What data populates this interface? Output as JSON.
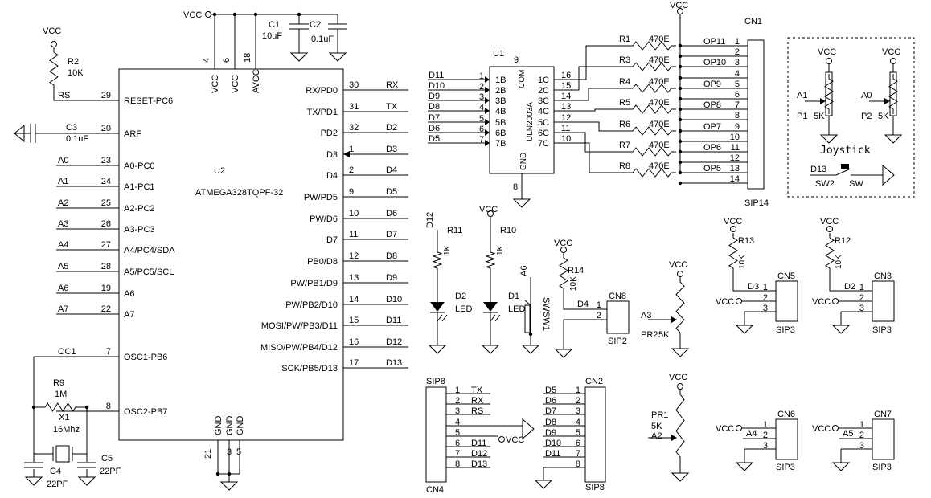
{
  "u2": {
    "ref": "U2",
    "part": "ATMEGA328TQPF-32",
    "left_pins": [
      {
        "net": "RS",
        "num": "29",
        "name": "RESET-PC6"
      },
      {
        "net": "",
        "num": "20",
        "name": "ARF"
      },
      {
        "net": "A0",
        "num": "23",
        "name": "A0-PC0"
      },
      {
        "net": "A1",
        "num": "24",
        "name": "A1-PC1"
      },
      {
        "net": "A2",
        "num": "25",
        "name": "A2-PC2"
      },
      {
        "net": "A3",
        "num": "26",
        "name": "A3-PC3"
      },
      {
        "net": "A4",
        "num": "27",
        "name": "A4/PC4/SDA"
      },
      {
        "net": "A5",
        "num": "28",
        "name": "A5/PC5/SCL"
      },
      {
        "net": "A6",
        "num": "19",
        "name": "A6"
      },
      {
        "net": "A7",
        "num": "22",
        "name": "A7"
      },
      {
        "net": "OC1",
        "num": "7",
        "name": "OSC1-PB6"
      },
      {
        "net": "",
        "num": "8",
        "name": "OSC2-PB7"
      }
    ],
    "right_pins": [
      {
        "name": "RX/PD0",
        "num": "30",
        "net": "RX"
      },
      {
        "name": "TX/PD1",
        "num": "31",
        "net": "TX"
      },
      {
        "name": "PD2",
        "num": "32",
        "net": "D2"
      },
      {
        "name": "D3",
        "num": "1",
        "net": "D3"
      },
      {
        "name": "D4",
        "num": "2",
        "net": "D4"
      },
      {
        "name": "PW/PD5",
        "num": "9",
        "net": "D5"
      },
      {
        "name": "PW/D6",
        "num": "10",
        "net": "D6"
      },
      {
        "name": "D7",
        "num": "11",
        "net": "D7"
      },
      {
        "name": "PB0/D8",
        "num": "12",
        "net": "D8"
      },
      {
        "name": "PW/PB1/D9",
        "num": "13",
        "net": "D9"
      },
      {
        "name": "PW/PB2/D10",
        "num": "14",
        "net": "D10"
      },
      {
        "name": "MOSI/PW/PB3/D11",
        "num": "15",
        "net": "D11"
      },
      {
        "name": "MISO/PW/PB4/D12",
        "num": "16",
        "net": "D12"
      },
      {
        "name": "SCK/PB5/D13",
        "num": "17",
        "net": "D13"
      }
    ],
    "top_pins": [
      {
        "name": "VCC",
        "num": "4"
      },
      {
        "name": "VCC",
        "num": "6"
      },
      {
        "name": "AVCC",
        "num": "18"
      }
    ],
    "bottom_pins": [
      {
        "name": "GND",
        "num": "21"
      },
      {
        "name": "GND",
        "num": "3"
      },
      {
        "name": "GND",
        "num": "5"
      }
    ]
  },
  "supply": {
    "vcc": "VCC"
  },
  "passives": {
    "r2": {
      "ref": "R2",
      "value": "10K"
    },
    "c1": {
      "ref": "C1",
      "value": "10uF"
    },
    "c2": {
      "ref": "C2",
      "value": "0.1uF"
    },
    "c3": {
      "ref": "C3",
      "value": "0.1uF"
    },
    "r9": {
      "ref": "R9",
      "value": "1M"
    },
    "x1": {
      "ref": "X1",
      "value": "16Mhz"
    },
    "c4": {
      "ref": "C4",
      "value": "22PF"
    },
    "c5": {
      "ref": "C5",
      "value": "22PF"
    }
  },
  "u1": {
    "ref": "U1",
    "part": "ULN2003A",
    "pin9": "9",
    "com": "COM",
    "gnd": "GND",
    "gnd_pin": "8",
    "inputs": [
      {
        "net": "D11",
        "num": "1",
        "name": "1B"
      },
      {
        "net": "D10",
        "num": "2",
        "name": "2B"
      },
      {
        "net": "D9",
        "num": "3",
        "name": "3B"
      },
      {
        "net": "D8",
        "num": "4",
        "name": "4B"
      },
      {
        "net": "D7",
        "num": "5",
        "name": "5B"
      },
      {
        "net": "D6",
        "num": "6",
        "name": "6B"
      },
      {
        "net": "D5",
        "num": "7",
        "name": "7B"
      }
    ],
    "outputs": [
      {
        "name": "1C",
        "num": "16"
      },
      {
        "name": "2C",
        "num": "15"
      },
      {
        "name": "3C",
        "num": "14"
      },
      {
        "name": "4C",
        "num": "13"
      },
      {
        "name": "5C",
        "num": "12"
      },
      {
        "name": "6C",
        "num": "11"
      },
      {
        "name": "7C",
        "num": "10"
      }
    ]
  },
  "out_resistors": [
    {
      "ref": "R1",
      "value": "470E"
    },
    {
      "ref": "R3",
      "value": "470E"
    },
    {
      "ref": "R4",
      "value": "470E"
    },
    {
      "ref": "R5",
      "value": "470E"
    },
    {
      "ref": "R6",
      "value": "470E"
    },
    {
      "ref": "R7",
      "value": "470E"
    },
    {
      "ref": "R8",
      "value": "470E"
    }
  ],
  "cn1": {
    "ref": "CN1",
    "type": "SIP14",
    "pins": [
      {
        "num": "1",
        "label": "OP11"
      },
      {
        "num": "2",
        "label": ""
      },
      {
        "num": "3",
        "label": "OP10"
      },
      {
        "num": "4",
        "label": ""
      },
      {
        "num": "5",
        "label": "OP9"
      },
      {
        "num": "6",
        "label": ""
      },
      {
        "num": "7",
        "label": "OP8"
      },
      {
        "num": "8",
        "label": ""
      },
      {
        "num": "9",
        "label": "OP7"
      },
      {
        "num": "10",
        "label": ""
      },
      {
        "num": "11",
        "label": "OP6"
      },
      {
        "num": "12",
        "label": ""
      },
      {
        "num": "13",
        "label": "OP5"
      },
      {
        "num": "14",
        "label": ""
      }
    ]
  },
  "joystick": {
    "title": "Joystick",
    "p1": {
      "ref": "P1",
      "value": "5K",
      "net": "A1"
    },
    "p2": {
      "ref": "P2",
      "value": "5K",
      "net": "A0"
    },
    "sw2": {
      "ref": "SW2",
      "label": "SW",
      "net": "D13"
    }
  },
  "leds": {
    "d2": {
      "ref": "D2",
      "label": "LED",
      "r_ref": "R11",
      "r_value": "1K",
      "net": "D12"
    },
    "d1": {
      "ref": "D1",
      "label": "LED",
      "r_ref": "R10",
      "r_value": "1K"
    }
  },
  "sw1": {
    "ref": "SW1",
    "label": "SW",
    "net": "A6"
  },
  "cn8": {
    "ref": "CN8",
    "type": "SIP2",
    "r_ref": "R14",
    "r_value": "10K",
    "net": "D4",
    "pins": [
      "1",
      "2"
    ]
  },
  "pr2": {
    "ref": "PR2",
    "value": "5K",
    "net": "A3"
  },
  "pr1": {
    "ref": "PR1",
    "value": "5K",
    "net": "A2"
  },
  "cn5": {
    "ref": "CN5",
    "type": "SIP3",
    "r_ref": "R13",
    "r_value": "10K",
    "net": "D3",
    "pins": [
      "1",
      "2",
      "3"
    ]
  },
  "cn3": {
    "ref": "CN3",
    "type": "SIP3",
    "r_ref": "R12",
    "r_value": "10K",
    "net": "D2",
    "pins": [
      "1",
      "2",
      "3"
    ]
  },
  "cn6": {
    "ref": "CN6",
    "type": "SIP3",
    "net": "A4",
    "pins": [
      "1",
      "2",
      "3"
    ]
  },
  "cn7": {
    "ref": "CN7",
    "type": "SIP3",
    "net": "A5",
    "pins": [
      "1",
      "2",
      "3"
    ]
  },
  "cn4": {
    "ref": "CN4",
    "type": "SIP8",
    "pins": [
      {
        "num": "1",
        "net": "TX"
      },
      {
        "num": "2",
        "net": "RX"
      },
      {
        "num": "3",
        "net": "RS"
      },
      {
        "num": "4",
        "net": ""
      },
      {
        "num": "5",
        "net": ""
      },
      {
        "num": "6",
        "net": "D11"
      },
      {
        "num": "7",
        "net": "D12"
      },
      {
        "num": "8",
        "net": "D13"
      }
    ]
  },
  "cn2": {
    "ref": "CN2",
    "type": "SIP8",
    "pins": [
      {
        "num": "1",
        "net": "D5"
      },
      {
        "num": "2",
        "net": "D6"
      },
      {
        "num": "3",
        "net": "D7"
      },
      {
        "num": "4",
        "net": "D8"
      },
      {
        "num": "5",
        "net": "D9"
      },
      {
        "num": "6",
        "net": "D10"
      },
      {
        "num": "7",
        "net": "D11"
      },
      {
        "num": "8",
        "net": ""
      }
    ]
  }
}
